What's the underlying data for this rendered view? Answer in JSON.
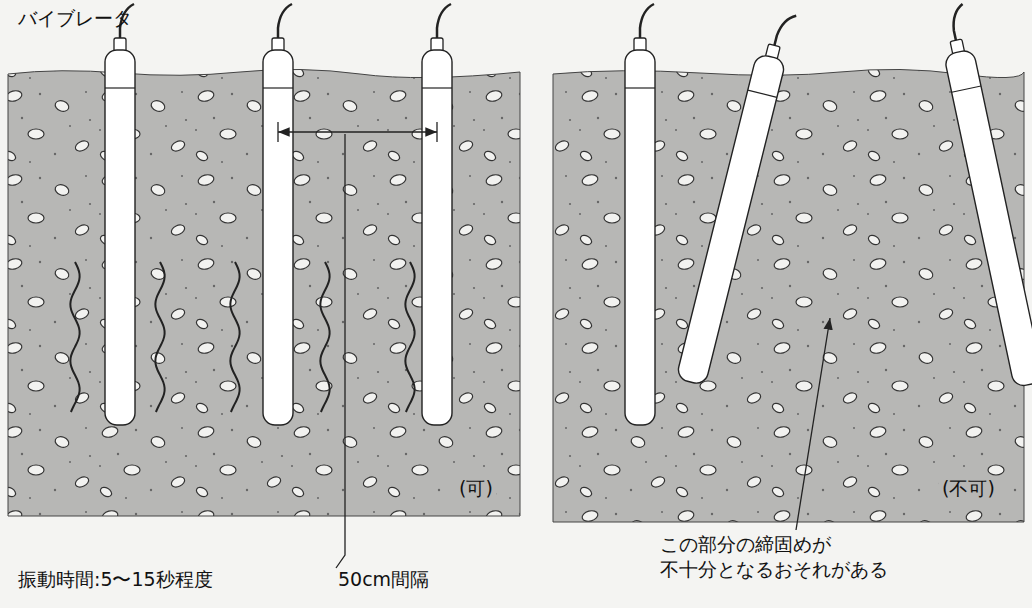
{
  "diagram": {
    "nodes": [
      {
        "text": [
          "(可)"
        ]
      },
      {
        "text": [
          "(不可)"
        ]
      }
    ],
    "labels": [
      "バイブレータ",
      "50cm間隔",
      "振動時間:5〜15秒程度",
      "この部分の締固めが 不十分となるおそれがある"
    ]
  }
}
